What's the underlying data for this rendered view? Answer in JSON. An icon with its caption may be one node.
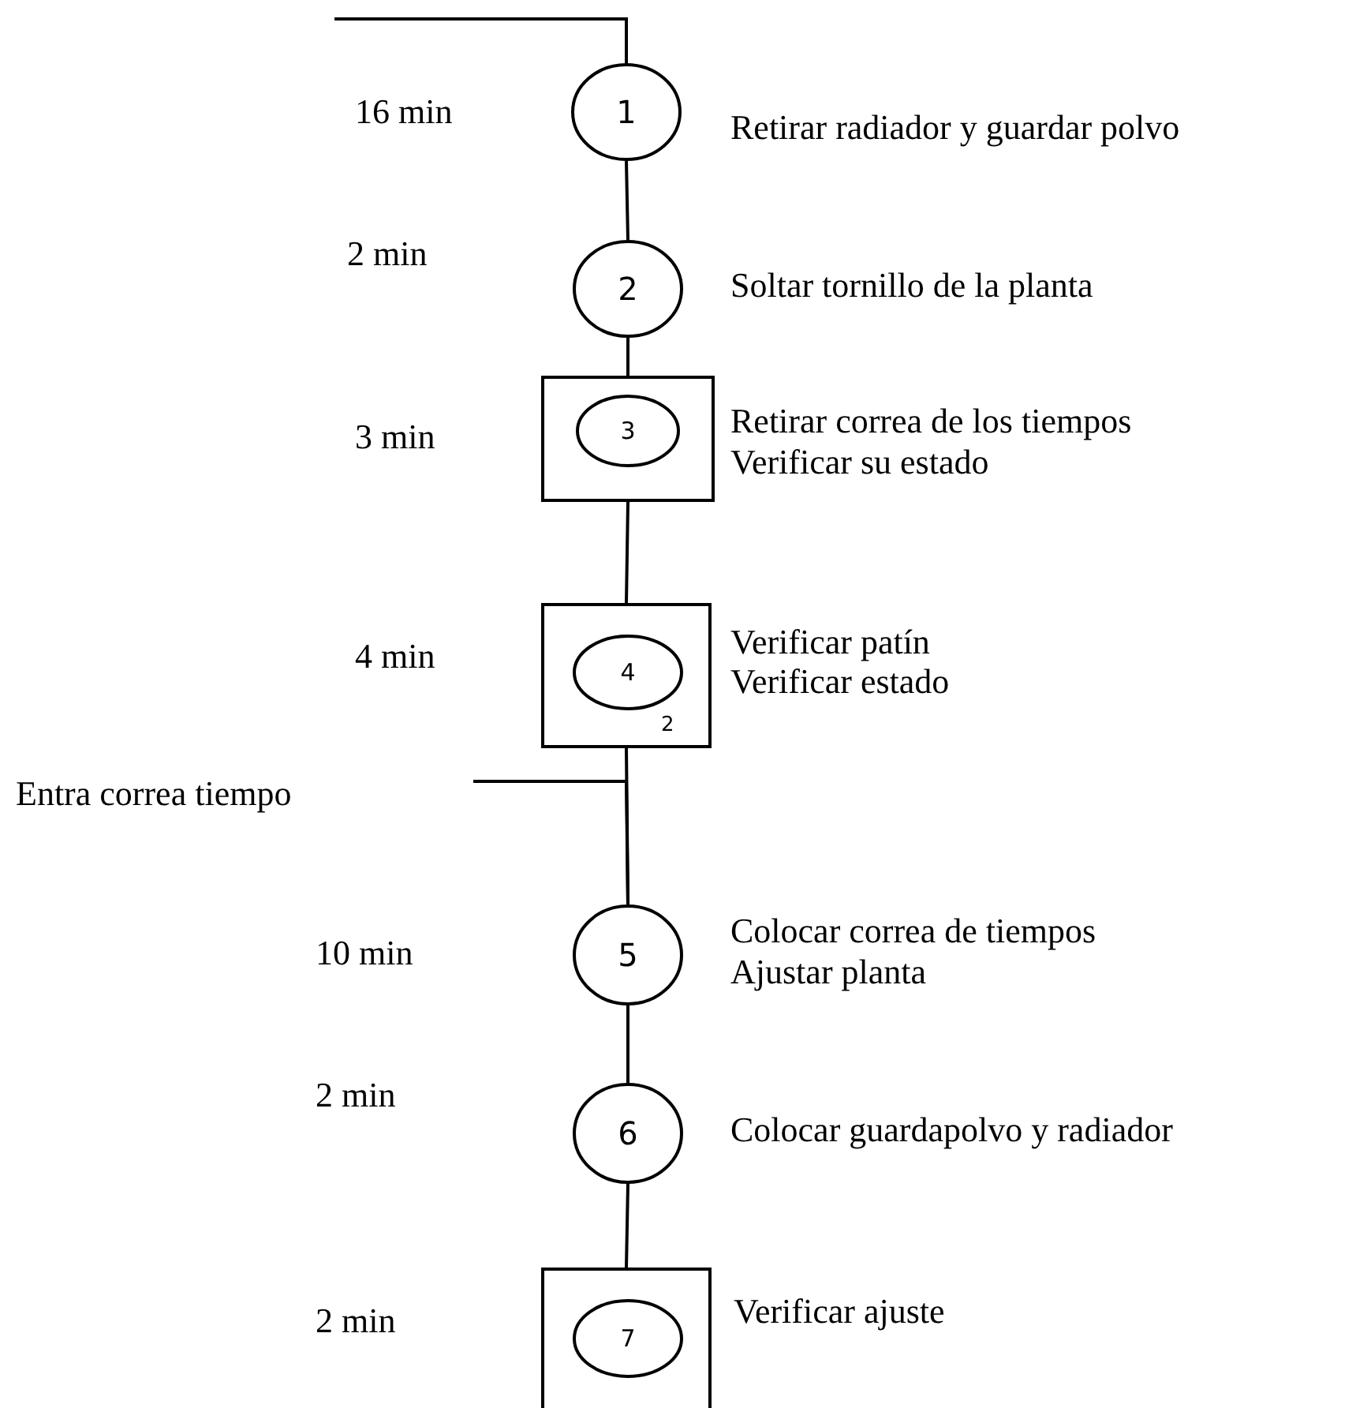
{
  "diagram": {
    "nodes": [
      {
        "text": [
          "1"
        ],
        "beside": [
          "Retirar radiador y guardar polvo"
        ]
      },
      {
        "text": [
          "2"
        ],
        "beside": [
          "Soltar tornillo de la planta"
        ]
      },
      {
        "text": [],
        "shape": "box",
        "beside": [
          "Retirar correa de los tiempos",
          "Verificar su estado"
        ]
      },
      {
        "text": [
          "3"
        ],
        "in": 2
      },
      {
        "text": [
          "2"
        ],
        "beside": [
          "Verificar patín",
          "Verificar estado"
        ]
      },
      {
        "text": [
          "4"
        ],
        "in": 4
      },
      {
        "text": [
          "5"
        ],
        "beside": [
          "Colocar correa de tiempos",
          "Ajustar planta"
        ]
      },
      {
        "text": [
          "6"
        ],
        "beside": [
          "Colocar guardapolvo y radiador"
        ]
      },
      {
        "text": [],
        "shape": "box",
        "beside": [
          "Verificar ajuste"
        ]
      },
      {
        "text": [
          "7"
        ],
        "in": 8
      }
    ],
    "edges": [
      {
        "from": null,
        "to": 0,
        "arrow": "none"
      },
      {
        "from": 0,
        "to": 1,
        "arrow": "none"
      },
      {
        "from": 1,
        "to": 2,
        "arrow": "none"
      },
      {
        "from": 2,
        "to": 4,
        "arrow": "none"
      },
      {
        "from": 4,
        "to": 6,
        "arrow": "none"
      },
      {
        "from": null,
        "to": 6,
        "arrow": "none"
      },
      {
        "from": 6,
        "to": 7,
        "arrow": "none"
      },
      {
        "from": 7,
        "to": 8,
        "arrow": "none"
      }
    ],
    "labels": [
      "16 min",
      "2 min",
      "3 min",
      "4 min",
      "Entra correa tiempo",
      "10 min",
      "2 min",
      "2 min"
    ]
  }
}
